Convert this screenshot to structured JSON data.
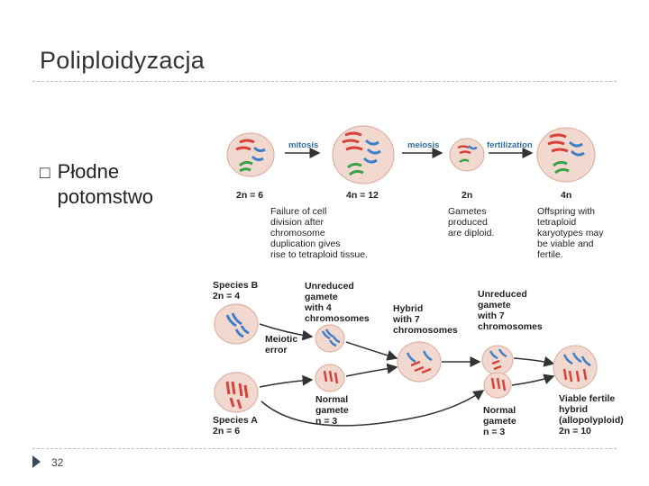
{
  "slide": {
    "title": "Poliploidyzacja",
    "bullet_glyph": "\u0000",
    "bullet_text": "Płodne potomstwo",
    "page_number": "32"
  },
  "figure": {
    "top_arrows": [
      "mitosis",
      "meiosis",
      "fertilization"
    ],
    "top_ploidy": [
      "2n = 6",
      "4n = 12",
      "2n",
      "4n"
    ],
    "top_captions": [
      [
        "Failure of cell",
        "division after",
        "chromosome",
        "duplication gives",
        "rise to tetraploid tissue."
      ],
      [
        "Gametes",
        "produced",
        "are diploid."
      ],
      [
        "Offspring with",
        "tetraploid",
        "karyotypes may",
        "be viable and",
        "fertile."
      ]
    ],
    "species_b": [
      "Species B",
      "2n = 4"
    ],
    "species_a": [
      "Species A",
      "2n = 6"
    ],
    "unreduced_4": [
      "Unreduced",
      "gamete",
      "with 4",
      "chromosomes"
    ],
    "meiotic_error": [
      "Meiotic",
      "error"
    ],
    "hybrid_7": [
      "Hybrid",
      "with 7",
      "chromosomes"
    ],
    "unreduced_7": [
      "Unreduced",
      "gamete",
      "with 7",
      "chromosomes"
    ],
    "normal_gamete_a": [
      "Normal",
      "gamete",
      "n = 3"
    ],
    "normal_gamete_b": [
      "Normal",
      "gamete",
      "n = 3"
    ],
    "viable_hybrid": [
      "Viable fertile",
      "hybrid",
      "(allopolyploid)",
      "2n = 10"
    ],
    "colors": {
      "red": "#d9423a",
      "blue": "#3f7fc9",
      "green": "#3aa24a",
      "cell": "#f2d9cf"
    }
  }
}
